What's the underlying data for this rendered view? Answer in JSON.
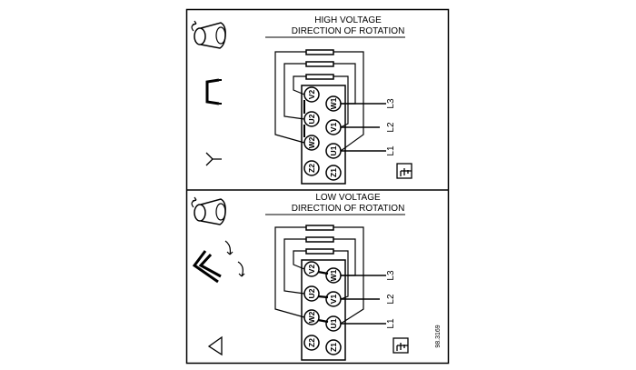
{
  "panels": [
    {
      "title_line1": "HIGH VOLTAGE",
      "title_line2": "DIRECTION OF ROTATION",
      "connection_symbol": "star-symbol",
      "terminals": {
        "left": [
          "V2",
          "U2",
          "W2",
          "Z2"
        ],
        "right": [
          "W1",
          "V1",
          "U1",
          "Z1"
        ]
      },
      "lines": [
        "L3",
        "L2",
        "L1"
      ]
    },
    {
      "title_line1": "LOW VOLTAGE",
      "title_line2": "DIRECTION OF ROTATION",
      "connection_symbol": "delta-symbol",
      "terminals": {
        "left": [
          "V2",
          "U2",
          "W2",
          "Z2"
        ],
        "right": [
          "W1",
          "V1",
          "U1",
          "Z1"
        ]
      },
      "lines": [
        "L3",
        "L2",
        "L1"
      ]
    }
  ],
  "reference": "98.3169"
}
